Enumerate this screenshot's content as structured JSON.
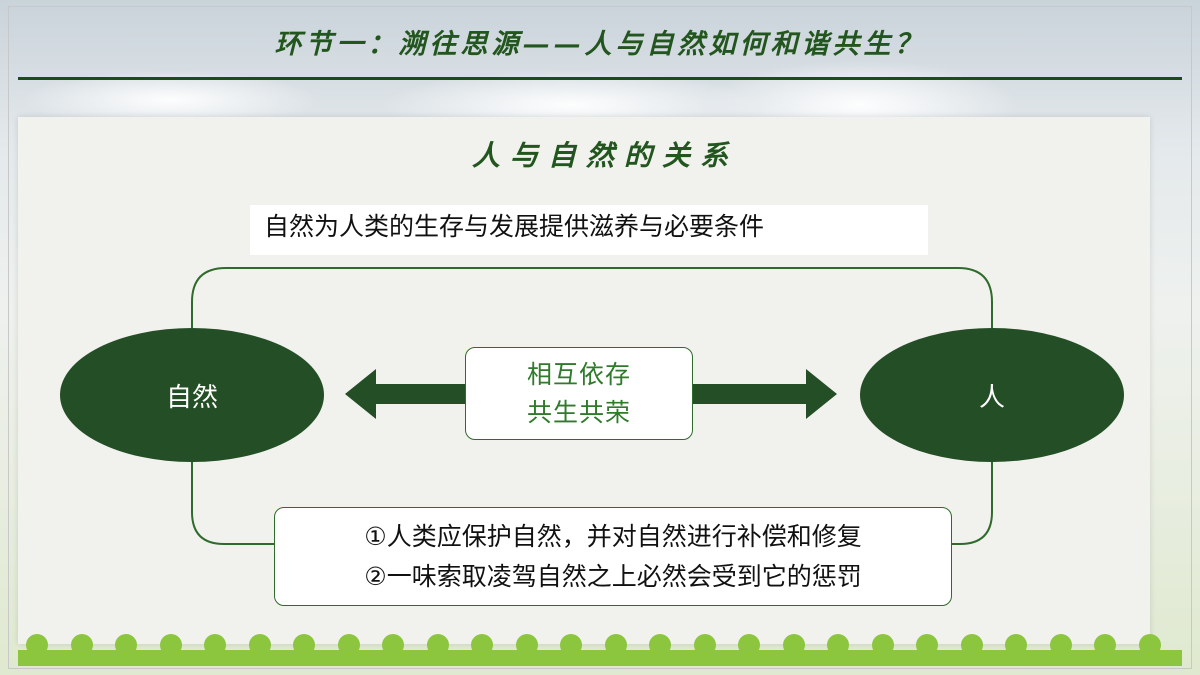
{
  "header": {
    "title": "环节一：溯往思源——人与自然如何和谐共生？"
  },
  "section": {
    "title": "人与自然的关系"
  },
  "diagram": {
    "top_statement": "自然为人类的生存与发展提供滋养与必要条件",
    "left_node": "自然",
    "right_node": "人",
    "center_line1": "相互依存",
    "center_line2": "共生共荣",
    "bottom_line1": "①人类应保护自然，并对自然进行补偿和修复",
    "bottom_line2": "②一味索取凌驾自然之上必然会受到它的惩罚"
  },
  "colors": {
    "dark_green": "#244e25",
    "title_green": "#23561f",
    "text_green": "#2f7a2b",
    "grass_green": "#8cc63f"
  }
}
